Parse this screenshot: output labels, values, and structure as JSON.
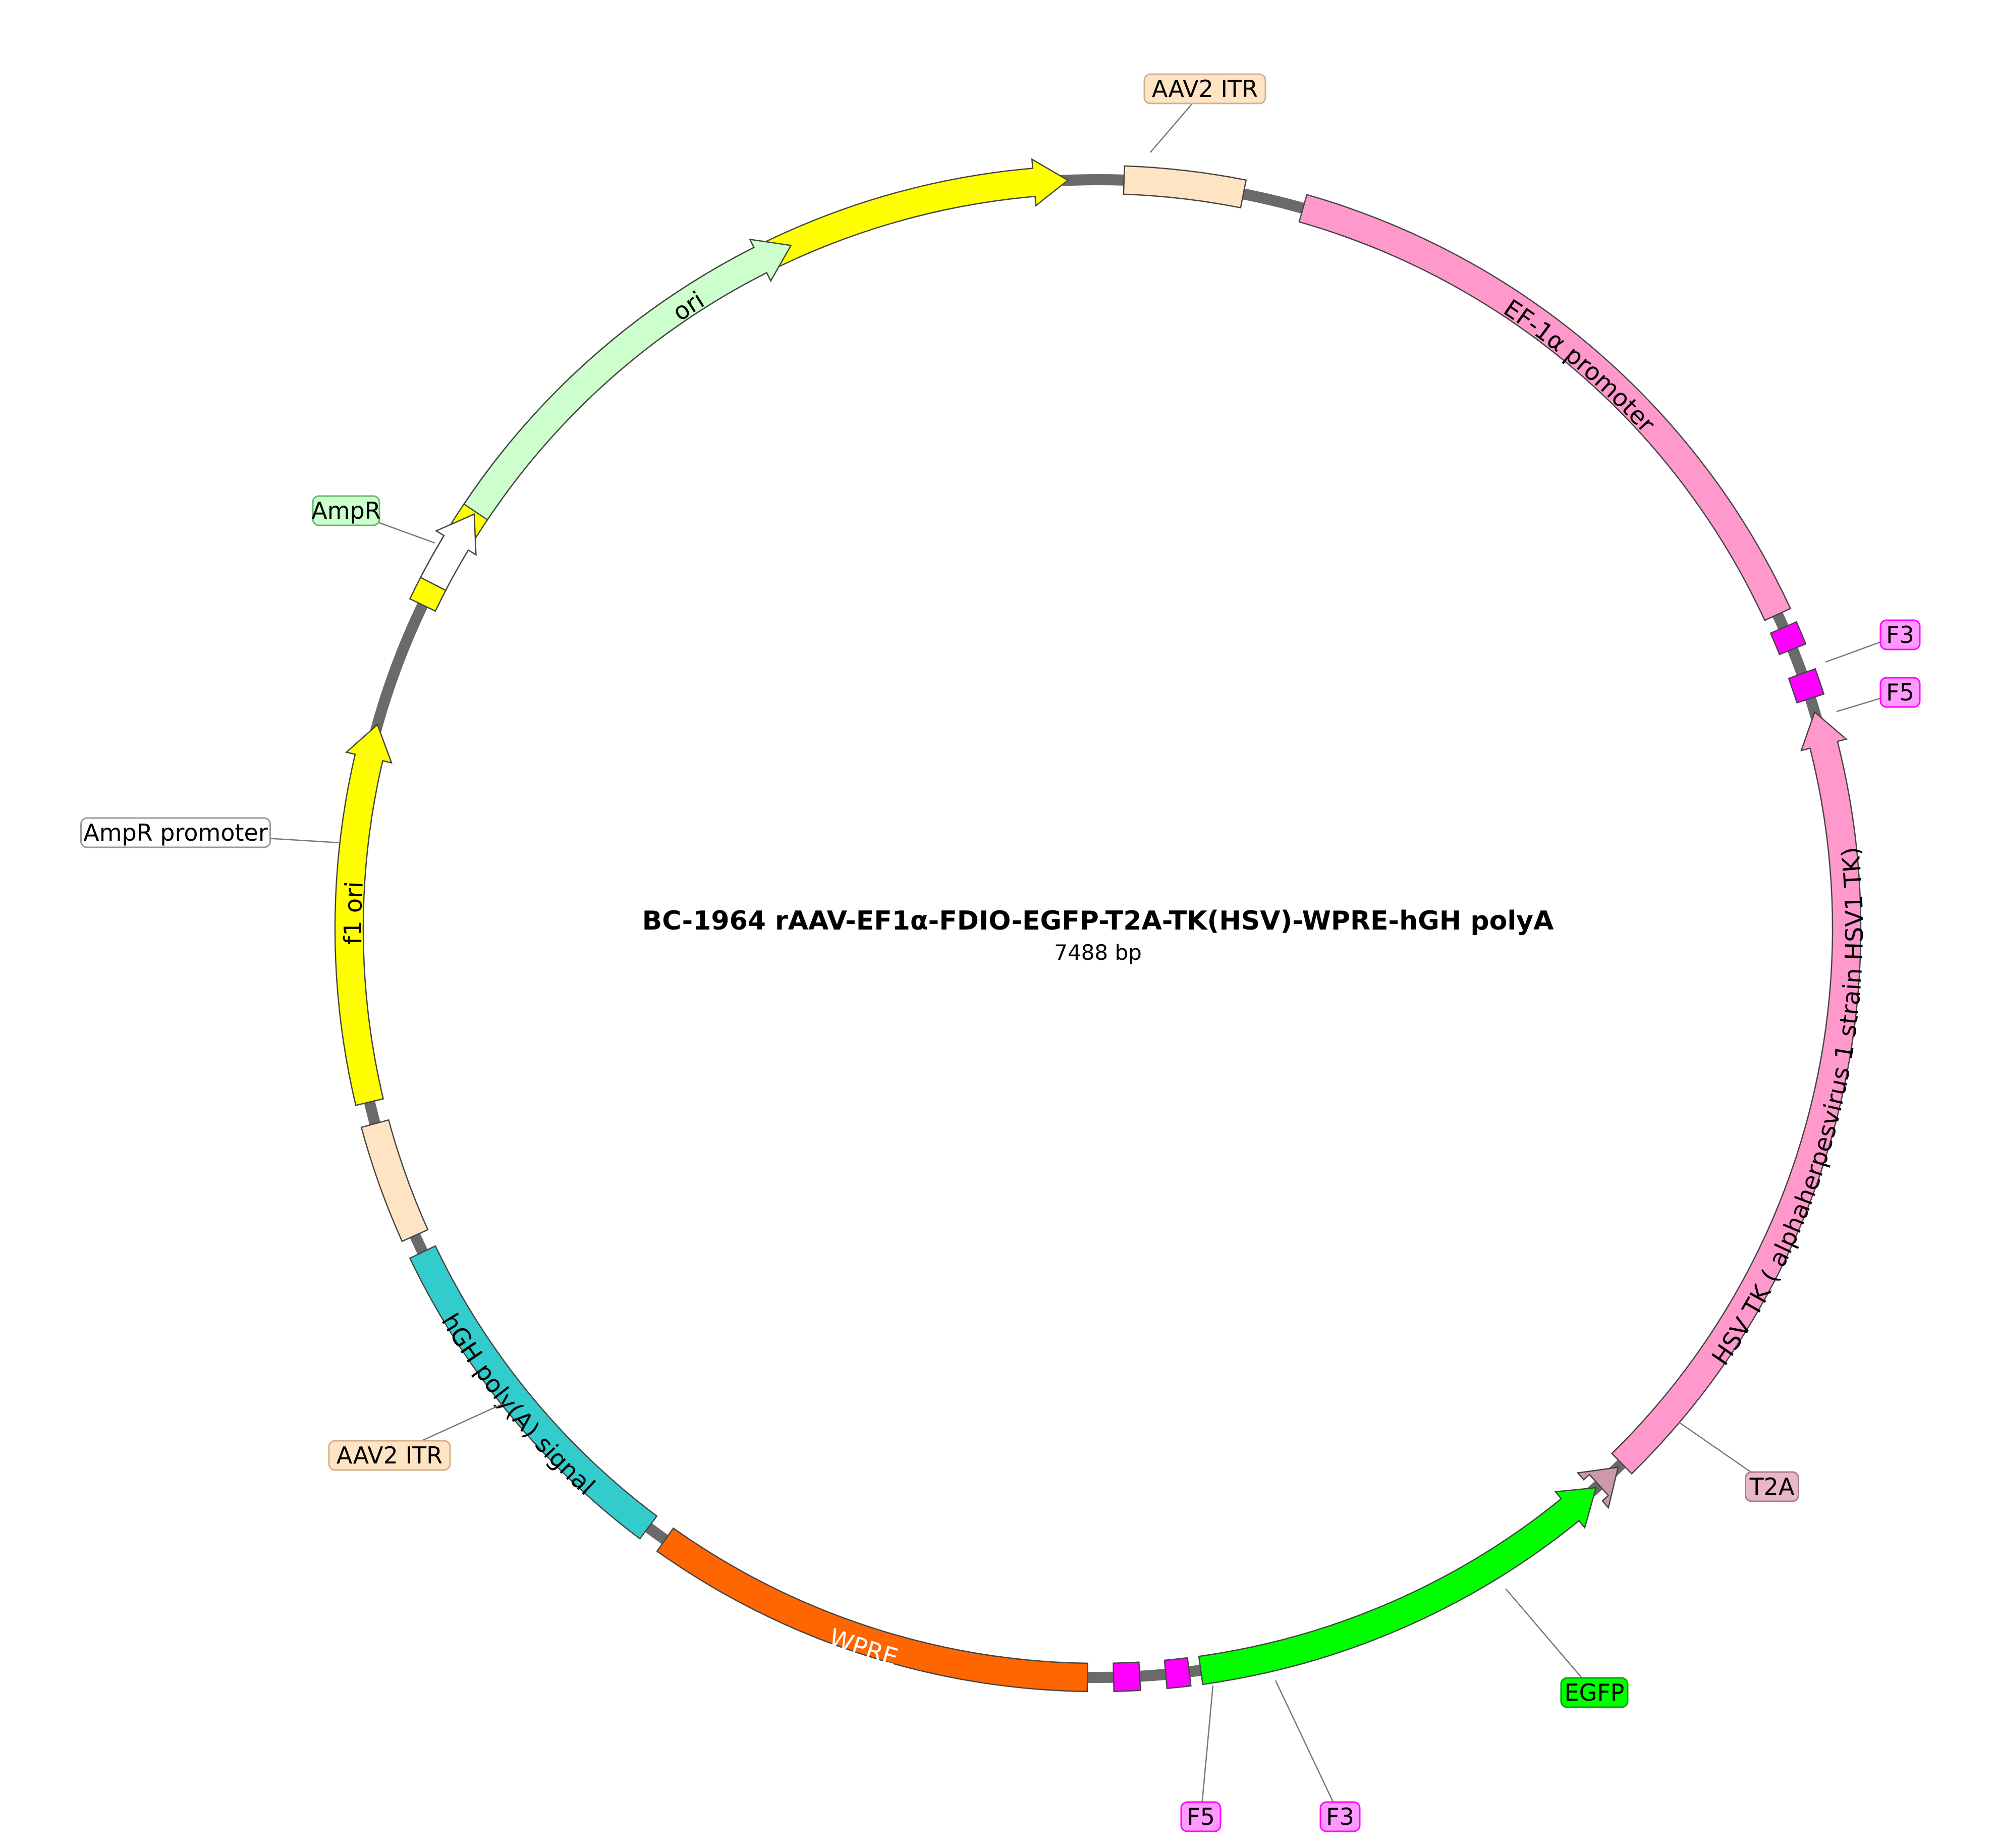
{
  "title": "BC-1964  rAAV-EF1α-FDIO-EGFP-T2A-TK(HSV)-WPRE-hGH polyA",
  "length_label": "7488 bp",
  "backbone_color": "#6a6a6a",
  "features": [
    {
      "id": "ori",
      "name": "ori",
      "start_deg": -64.4,
      "end_deg": -2.3,
      "dir": "cw",
      "fill": "#ffff00",
      "label_mode": "inside",
      "text_color": "#000000"
    },
    {
      "id": "aav2-itr-top",
      "name": "AAV2 ITR",
      "start_deg": 2.0,
      "end_deg": 11.2,
      "dir": "none",
      "fill": "#ffe4c4",
      "label_mode": "tag",
      "tag_bg": "#ffe4c4",
      "tag_border": "#d4b08c"
    },
    {
      "id": "ef1a-promoter",
      "name": "EF-1α promoter",
      "start_deg": 15.9,
      "end_deg": 65.2,
      "dir": "none",
      "fill": "#ff99cc",
      "label_mode": "inside",
      "text_color": "#000000"
    },
    {
      "id": "f3-top",
      "name": "F3",
      "start_deg": 66.3,
      "end_deg": 68.1,
      "dir": "none",
      "fill": "#ff00ff",
      "label_mode": "tag",
      "tag_bg": "#ff99ff",
      "tag_border": "#ff00ff"
    },
    {
      "id": "f5-top",
      "name": "F5",
      "start_deg": 70.1,
      "end_deg": 72.1,
      "dir": "none",
      "fill": "#ff00ff",
      "label_mode": "tag",
      "tag_bg": "#ff99ff",
      "tag_border": "#ff00ff"
    },
    {
      "id": "hsv-tk",
      "name": "HSV TK  ( alphaherpesvirus 1 strain HSV1  TK)",
      "start_deg": 73.2,
      "end_deg": 135.6,
      "dir": "ccw",
      "fill": "#ff99cc",
      "label_mode": "inside",
      "text_color": "#000000"
    },
    {
      "id": "t2a",
      "name": "T2A",
      "start_deg": 136.0,
      "end_deg": 138.0,
      "dir": "ccw",
      "fill": "#cc99aa",
      "label_mode": "tag",
      "tag_bg": "#e6b8c8",
      "tag_border": "#b07890"
    },
    {
      "id": "egfp",
      "name": "EGFP",
      "start_deg": 138.3,
      "end_deg": 172.1,
      "dir": "ccw",
      "fill": "#00ff00",
      "label_mode": "tag",
      "tag_bg": "#00ff00",
      "tag_border": "#00aa00"
    },
    {
      "id": "f3-bottom",
      "name": "F3",
      "start_deg": 173.0,
      "end_deg": 174.8,
      "dir": "none",
      "fill": "#ff00ff",
      "label_mode": "tag",
      "tag_bg": "#ff99ff",
      "tag_border": "#ff00ff"
    },
    {
      "id": "f5-bottom",
      "name": "F5",
      "start_deg": 176.8,
      "end_deg": 178.8,
      "dir": "none",
      "fill": "#ff00ff",
      "label_mode": "tag",
      "tag_bg": "#ff99ff",
      "tag_border": "#ff00ff"
    },
    {
      "id": "wpre",
      "name": "WPRE",
      "start_deg": 180.8,
      "end_deg": 215.3,
      "dir": "none",
      "fill": "#ff6600",
      "label_mode": "inside",
      "text_color": "#ffffff"
    },
    {
      "id": "hgh-polya",
      "name": "hGH poly(A) signal",
      "start_deg": 216.9,
      "end_deg": 244.4,
      "dir": "none",
      "fill": "#33cccc",
      "label_mode": "inside",
      "text_color": "#000000"
    },
    {
      "id": "aav2-itr-bottom",
      "name": "AAV2 ITR",
      "start_deg": 245.8,
      "end_deg": 254.9,
      "dir": "none",
      "fill": "#ffe4c4",
      "label_mode": "tag",
      "tag_bg": "#ffe4c4",
      "tag_border": "#d4b08c"
    },
    {
      "id": "f1-ori",
      "name": "f1 ori",
      "start_deg": 256.6,
      "end_deg": 285.8,
      "dir": "cw",
      "fill": "#ffff00",
      "label_mode": "inside",
      "text_color": "#000000"
    },
    {
      "id": "ampr-promoter",
      "name": "AmpR promoter",
      "start_deg": 297.4,
      "end_deg": 303.6,
      "dir": "cw",
      "fill": "#ffffff",
      "label_mode": "tag",
      "tag_bg": "#ffffff",
      "tag_border": "#999999"
    },
    {
      "id": "ampr",
      "name": "AmpR",
      "start_deg": 303.8,
      "end_deg": 335.8,
      "dir": "cw",
      "fill": "#ccffcc",
      "label_mode": "tag",
      "tag_bg": "#ccffcc",
      "tag_border": "#66bb66"
    }
  ]
}
